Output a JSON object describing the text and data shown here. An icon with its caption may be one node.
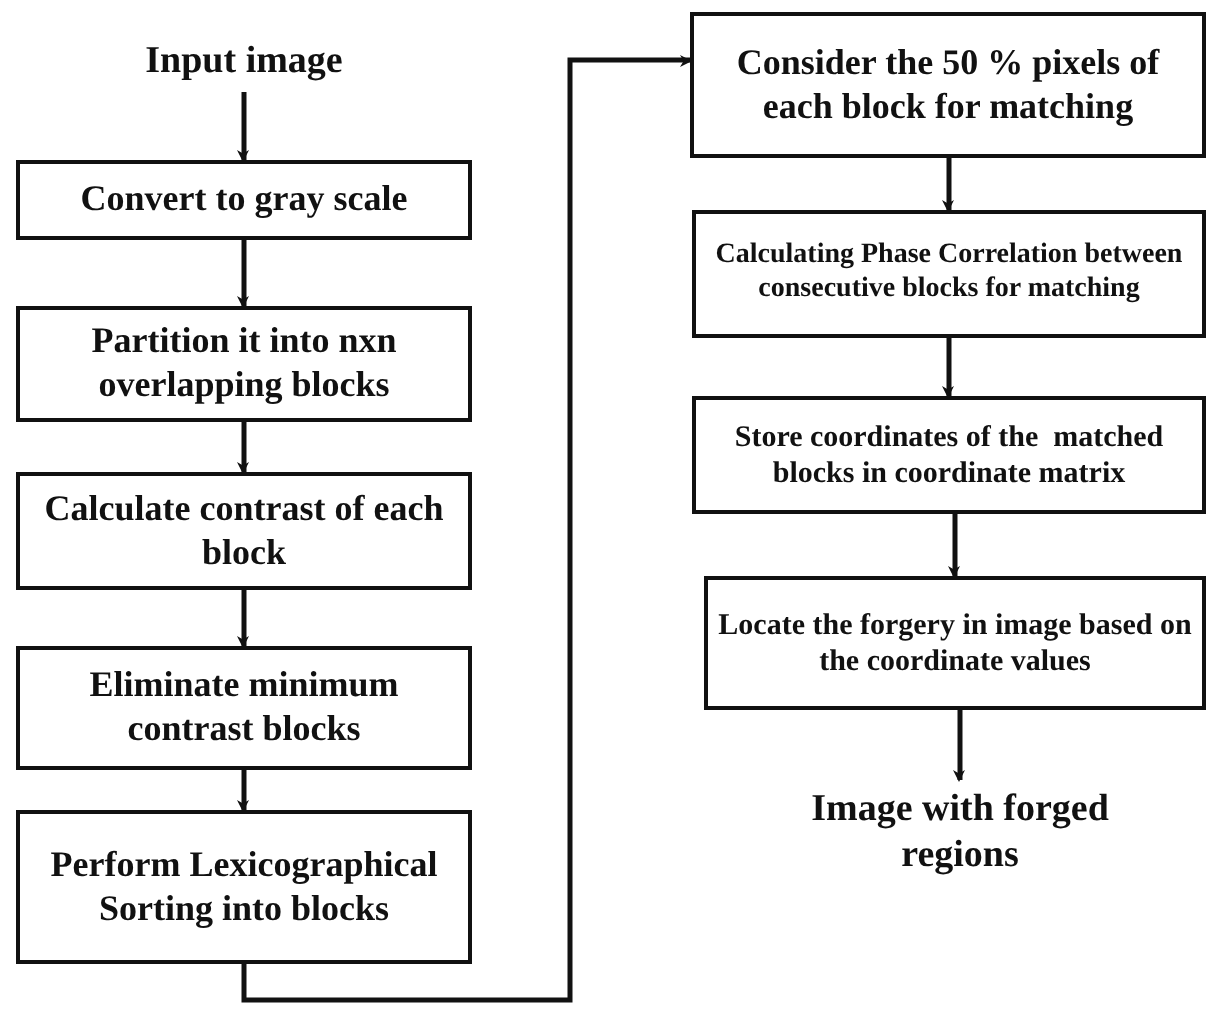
{
  "diagram": {
    "nodes": [
      {
        "text": [
          "Input image"
        ]
      },
      {
        "text": [
          "Convert to gray scale"
        ]
      },
      {
        "text": [
          "Partition it into nxn overlapping blocks"
        ]
      },
      {
        "text": [
          "Calculate contrast of each block"
        ]
      },
      {
        "text": [
          "Eliminate minimum contrast blocks"
        ]
      },
      {
        "text": [
          "Perform Lexicographical Sorting into blocks"
        ]
      },
      {
        "text": [
          "Consider the 50 % pixels of each block for matching"
        ]
      },
      {
        "text": [
          "Calculating Phase Correlation between consecutive blocks for matching"
        ]
      },
      {
        "text": [
          "Store coordinates of the  matched blocks in coordinate matrix"
        ]
      },
      {
        "text": [
          "Locate the forgery in image based on the coordinate values"
        ]
      },
      {
        "text": [
          "Image with forged  regions"
        ]
      }
    ],
    "edges": [
      {
        "from": 0,
        "to": 1,
        "arrow": "to"
      },
      {
        "from": 1,
        "to": 2,
        "arrow": "to"
      },
      {
        "from": 2,
        "to": 3,
        "arrow": "to"
      },
      {
        "from": 3,
        "to": 4,
        "arrow": "to"
      },
      {
        "from": 4,
        "to": 5,
        "arrow": "to"
      },
      {
        "from": 5,
        "to": 6,
        "arrow": "to"
      },
      {
        "from": 6,
        "to": 7,
        "arrow": "to"
      },
      {
        "from": 7,
        "to": 8,
        "arrow": "to"
      },
      {
        "from": 8,
        "to": 9,
        "arrow": "to"
      },
      {
        "from": 9,
        "to": 10,
        "arrow": "to"
      }
    ]
  }
}
